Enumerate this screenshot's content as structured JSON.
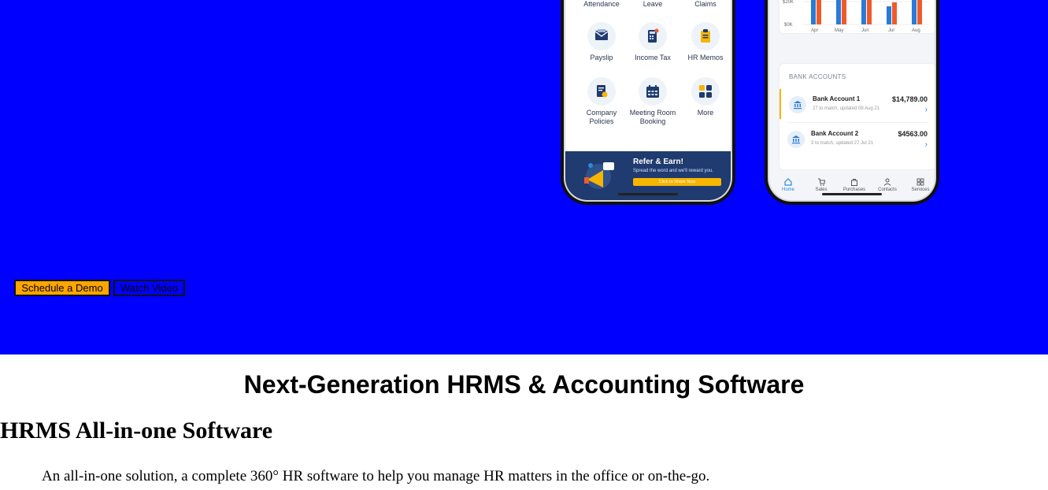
{
  "hero": {
    "background": "#0000ff",
    "phone1": {
      "grid": [
        {
          "label": "Attendance",
          "icon": "attendance-icon"
        },
        {
          "label": "Leave",
          "icon": "leave-icon"
        },
        {
          "label": "Claims",
          "icon": "claims-icon"
        },
        {
          "label": "Payslip",
          "icon": "payslip-icon"
        },
        {
          "label": "Income Tax",
          "icon": "income-tax-icon"
        },
        {
          "label": "HR Memos",
          "icon": "hr-memos-icon"
        },
        {
          "label": "Company Policies",
          "icon": "company-policies-icon"
        },
        {
          "label": "Meeting Room Booking",
          "icon": "meeting-room-icon"
        },
        {
          "label": "More",
          "icon": "more-icon"
        }
      ],
      "refer": {
        "title": "Refer & Earn!",
        "subtitle": "Spread the word and we'll reward you.",
        "button": "Click to Share Now"
      }
    },
    "phone2": {
      "chart": {
        "y_ticks": [
          "$20K",
          "$0K"
        ],
        "months": [
          "Apr",
          "May",
          "Jun",
          "Jul",
          "Aug"
        ]
      },
      "bank": {
        "title": "BANK ACCOUNTS",
        "accounts": [
          {
            "name": "Bank Account 1",
            "amount": "$14,789.00",
            "sub": "27 to match, updated 08 Aug 21"
          },
          {
            "name": "Bank Account 2",
            "amount": "$4563.00",
            "sub": "3 to match, updated 27 Jul 21"
          }
        ]
      },
      "tabs": [
        "Home",
        "Sales",
        "Purchases",
        "Contacts",
        "Services"
      ]
    },
    "cta": {
      "demo": "Schedule a Demo",
      "video": "Watch Video"
    }
  },
  "main": {
    "tagline": "Next-Generation HRMS & Accounting Software",
    "heading": "HRMS All-in-one Software",
    "description": "An all-in-one solution, a complete 360° HR software to help you manage HR matters in the office or on-the-go."
  },
  "colors": {
    "accent_orange": "#ffa500",
    "hero_blue": "#0000ff",
    "chart_blue": "#2a7ad8",
    "chart_orange": "#f05a2a"
  }
}
